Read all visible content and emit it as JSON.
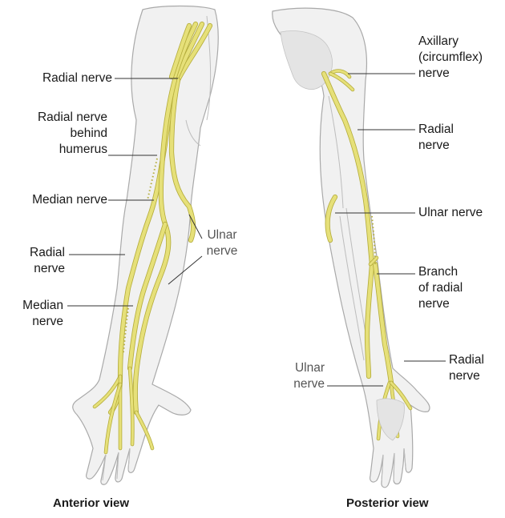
{
  "colors": {
    "nerve": "#e6e079",
    "nerve_edge": "#b5ad3c",
    "skin": "#f1f1f1",
    "skin_edge": "#a9a9a9",
    "bone": "#e4e4e4",
    "leader": "#333333"
  },
  "anterior": {
    "caption": "Anterior view",
    "labels": {
      "radial_nerve_top": [
        "Radial nerve"
      ],
      "radial_behind_humerus": [
        "Radial nerve",
        "behind",
        "humerus"
      ],
      "median_nerve_top": [
        "Median nerve"
      ],
      "radial_nerve_forearm": [
        "Radial",
        "nerve"
      ],
      "median_nerve_forearm": [
        "Median",
        "nerve"
      ],
      "ulnar_nerve": [
        "Ulnar",
        "nerve"
      ]
    }
  },
  "posterior": {
    "caption": "Posterior view",
    "labels": {
      "axillary": [
        "Axillary",
        "(circumflex)",
        "nerve"
      ],
      "radial_nerve_arm": [
        "Radial",
        "nerve"
      ],
      "ulnar_nerve_elbow": [
        "Ulnar nerve"
      ],
      "branch_radial": [
        "Branch",
        "of radial",
        "nerve"
      ],
      "radial_nerve_wrist": [
        "Radial",
        "nerve"
      ],
      "ulnar_nerve_wrist": [
        "Ulnar",
        "nerve"
      ]
    }
  }
}
